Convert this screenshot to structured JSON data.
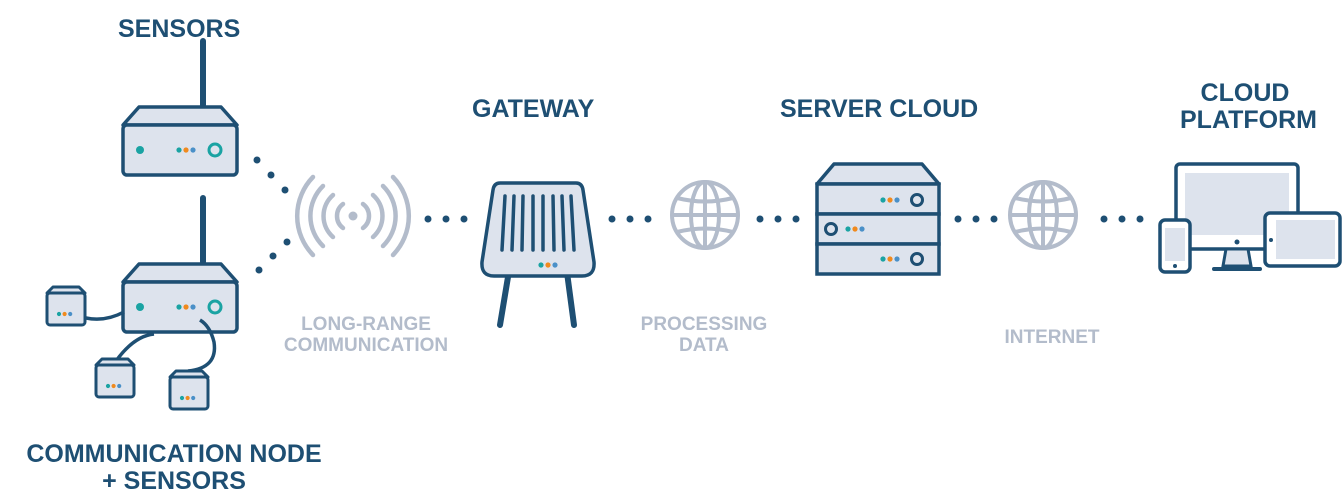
{
  "labels": {
    "sensors": "SENSORS",
    "gateway": "GATEWAY",
    "server_cloud": "SERVER CLOUD",
    "cloud_platform_1": "CLOUD",
    "cloud_platform_2": "PLATFORM",
    "comm_node_1": "COMMUNICATION NODE",
    "comm_node_2": "+ SENSORS",
    "long_range_1": "LONG-RANGE",
    "long_range_2": "COMMUNICATION",
    "processing_1": "PROCESSING",
    "processing_2": "DATA",
    "internet": "INTERNET"
  },
  "colors": {
    "stroke": "#1e4f73",
    "device_fill": "#dde3ed",
    "faded": "#b3bccb",
    "teal": "#1aa3a3",
    "orange": "#f08a1e",
    "blue": "#4a90c8"
  },
  "icons": [
    "router-icon",
    "sensor-box-icon",
    "wireless-signal-icon",
    "gateway-icon",
    "globe-icon",
    "server-rack-icon",
    "monitor-icon",
    "phone-icon",
    "tablet-icon"
  ]
}
